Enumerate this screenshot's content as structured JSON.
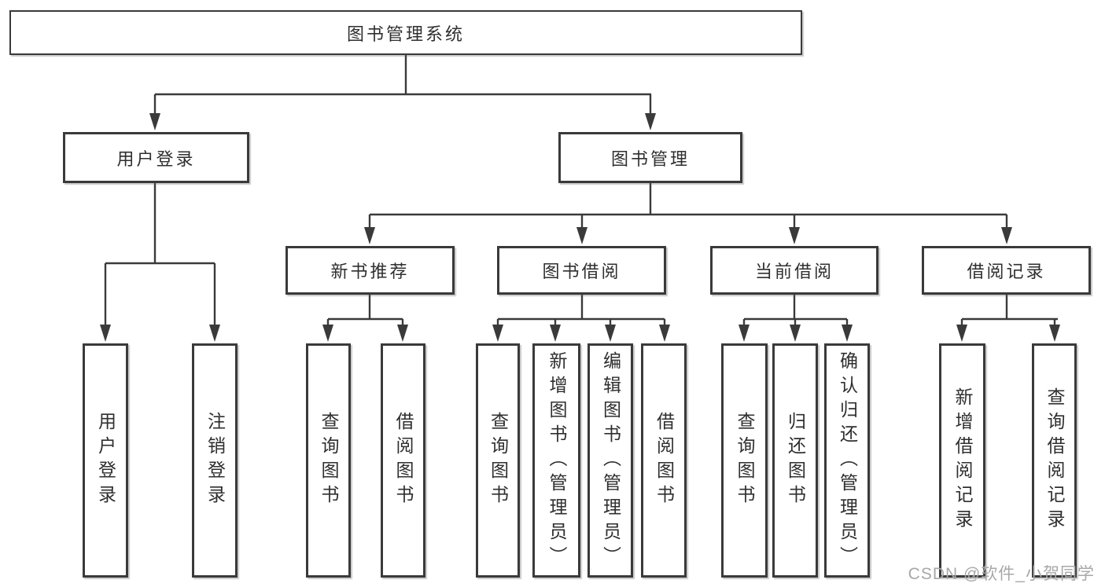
{
  "tree": {
    "root": "图书管理系统",
    "branches": [
      {
        "label": "用户登录",
        "children": [
          {
            "label": "用户登录"
          },
          {
            "label": "注销登录"
          }
        ]
      },
      {
        "label": "图书管理",
        "children": [
          {
            "label": "新书推荐",
            "children": [
              {
                "label": "查询图书"
              },
              {
                "label": "借阅图书"
              }
            ]
          },
          {
            "label": "图书借阅",
            "children": [
              {
                "label": "查询图书"
              },
              {
                "label": "新增图书（管理员）"
              },
              {
                "label": "编辑图书（管理员）"
              },
              {
                "label": "借阅图书"
              }
            ]
          },
          {
            "label": "当前借阅",
            "children": [
              {
                "label": "查询图书"
              },
              {
                "label": "归还图书"
              },
              {
                "label": "确认归还（管理员）"
              }
            ]
          },
          {
            "label": "借阅记录",
            "children": [
              {
                "label": "新增借阅记录"
              },
              {
                "label": "查询借阅记录"
              }
            ]
          }
        ]
      }
    ]
  },
  "watermark": "CSDN @软件_小贺同学",
  "colors": {
    "line": "#3a3a3a",
    "box_border": "#3a3a3a",
    "text": "#2f2f2f",
    "watermark": "#a8a8a8",
    "background": "#ffffff"
  }
}
